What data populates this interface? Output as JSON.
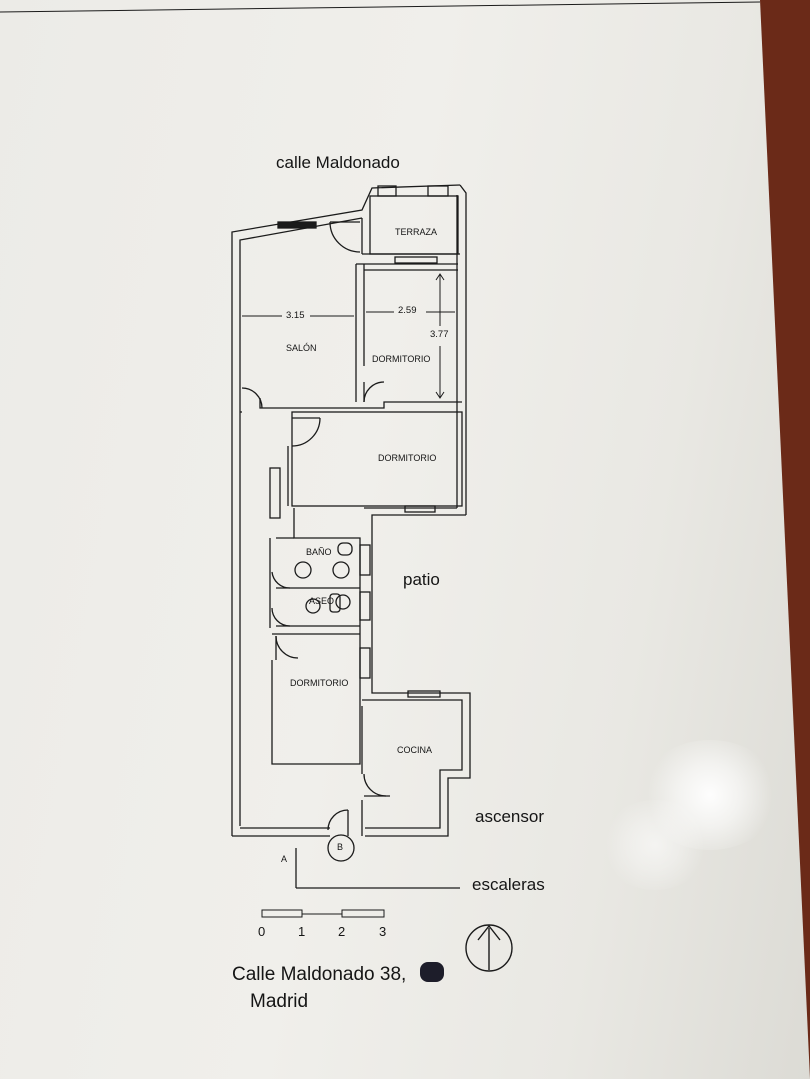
{
  "street_top": "calle Maldonado",
  "rooms": {
    "terraza": "TERRAZA",
    "salon": "SALÓN",
    "dormitorio_1": "DORMITORIO",
    "dormitorio_2": "DORMITORIO",
    "dormitorio_3": "DORMITORIO",
    "bano": "BAÑO",
    "aseo": "ASEO",
    "cocina": "COCINA",
    "patio": "patio"
  },
  "dimensions": {
    "salon_width": "3.15",
    "dormitorio_width": "2.59",
    "dormitorio_depth": "3.77"
  },
  "markers": {
    "a": "A",
    "b": "B"
  },
  "labels": {
    "ascensor": "ascensor",
    "escaleras": "escaleras"
  },
  "scale": {
    "ticks": [
      "0",
      "1",
      "2",
      "3"
    ]
  },
  "address": {
    "line1": "Calle Maldonado 38,",
    "line2": "Madrid"
  },
  "colors": {
    "line": "#1b1b1b",
    "paper": "#eeede9",
    "background": "#6b2a18"
  },
  "icons": {
    "north_arrow": "north-arrow-icon"
  }
}
